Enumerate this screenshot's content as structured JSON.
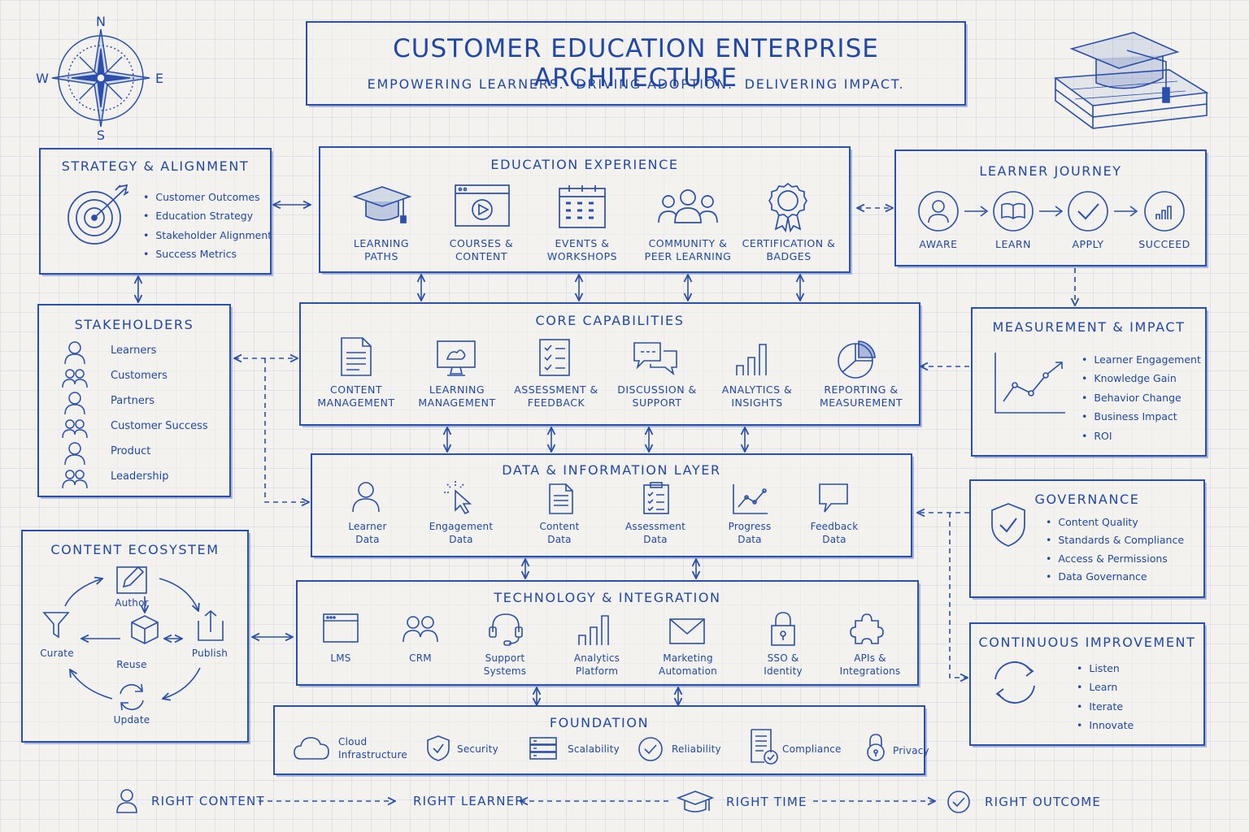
{
  "title": "CUSTOMER EDUCATION ENTERPRISE ARCHITECTURE",
  "subtitle": "EMPOWERING LEARNERS.  DRIVING ADOPTION.  DELIVERING IMPACT.",
  "compass": {
    "n": "N",
    "s": "S",
    "e": "E",
    "w": "W"
  },
  "strategy": {
    "title": "STRATEGY & ALIGNMENT",
    "items": [
      "Customer Outcomes",
      "Education Strategy",
      "Stakeholder Alignment",
      "Success Metrics"
    ]
  },
  "experience": {
    "title": "EDUCATION EXPERIENCE",
    "items": [
      {
        "label": "LEARNING\nPATHS",
        "icon": "graduation-cap-icon"
      },
      {
        "label": "COURSES &\nCONTENT",
        "icon": "video-player-icon"
      },
      {
        "label": "EVENTS &\nWORKSHOPS",
        "icon": "calendar-icon"
      },
      {
        "label": "COMMUNITY &\nPEER LEARNING",
        "icon": "community-icon"
      },
      {
        "label": "CERTIFICATION &\nBADGES",
        "icon": "badge-icon"
      }
    ]
  },
  "journey": {
    "title": "LEARNER JOURNEY",
    "steps": [
      {
        "label": "AWARE",
        "icon": "person-icon"
      },
      {
        "label": "LEARN",
        "icon": "book-icon"
      },
      {
        "label": "APPLY",
        "icon": "check-icon"
      },
      {
        "label": "SUCCEED",
        "icon": "bar-chart-icon"
      }
    ]
  },
  "stakeholders": {
    "title": "STAKEHOLDERS",
    "items": [
      {
        "label": "Learners",
        "icon": "person-icon"
      },
      {
        "label": "Customers",
        "icon": "people-icon"
      },
      {
        "label": "Partners",
        "icon": "person-icon"
      },
      {
        "label": "Customer Success",
        "icon": "people-icon"
      },
      {
        "label": "Product",
        "icon": "person-icon"
      },
      {
        "label": "Leadership",
        "icon": "people-icon"
      }
    ]
  },
  "core": {
    "title": "CORE CAPABILITIES",
    "items": [
      {
        "label": "CONTENT\nMANAGEMENT",
        "icon": "document-icon"
      },
      {
        "label": "LEARNING\nMANAGEMENT",
        "icon": "monitor-icon"
      },
      {
        "label": "ASSESSMENT &\nFEEDBACK",
        "icon": "checklist-icon"
      },
      {
        "label": "DISCUSSION &\nSUPPORT",
        "icon": "chat-icon"
      },
      {
        "label": "ANALYTICS &\nINSIGHTS",
        "icon": "bar-chart-icon"
      },
      {
        "label": "REPORTING &\nMEASUREMENT",
        "icon": "pie-chart-icon"
      }
    ]
  },
  "measurement": {
    "title": "MEASUREMENT & IMPACT",
    "items": [
      "Learner Engagement",
      "Knowledge Gain",
      "Behavior Change",
      "Business Impact",
      "ROI"
    ]
  },
  "data_layer": {
    "title": "DATA & INFORMATION LAYER",
    "items": [
      {
        "label": "Learner\nData",
        "icon": "person-icon"
      },
      {
        "label": "Engagement\nData",
        "icon": "cursor-click-icon"
      },
      {
        "label": "Content\nData",
        "icon": "document-icon"
      },
      {
        "label": "Assessment\nData",
        "icon": "clipboard-icon"
      },
      {
        "label": "Progress\nData",
        "icon": "line-chart-icon"
      },
      {
        "label": "Feedback\nData",
        "icon": "speech-bubble-icon"
      }
    ]
  },
  "governance": {
    "title": "GOVERNANCE",
    "items": [
      "Content Quality",
      "Standards & Compliance",
      "Access & Permissions",
      "Data Governance"
    ]
  },
  "content_ecosystem": {
    "title": "CONTENT ECOSYSTEM",
    "author": "Author",
    "curate": "Curate",
    "reuse": "Reuse",
    "publish": "Publish",
    "update": "Update"
  },
  "technology": {
    "title": "TECHNOLOGY & INTEGRATION",
    "items": [
      {
        "label": "LMS",
        "icon": "browser-window-icon"
      },
      {
        "label": "CRM",
        "icon": "people-icon"
      },
      {
        "label": "Support\nSystems",
        "icon": "headset-icon"
      },
      {
        "label": "Analytics\nPlatform",
        "icon": "bar-chart-icon"
      },
      {
        "label": "Marketing\nAutomation",
        "icon": "envelope-icon"
      },
      {
        "label": "SSO &\nIdentity",
        "icon": "padlock-icon"
      },
      {
        "label": "APIs &\nIntegrations",
        "icon": "puzzle-icon"
      }
    ]
  },
  "improvement": {
    "title": "CONTINUOUS IMPROVEMENT",
    "items": [
      "Listen",
      "Learn",
      "Iterate",
      "Innovate"
    ]
  },
  "foundation": {
    "title": "FOUNDATION",
    "items": [
      {
        "label": "Cloud\nInfrastructure",
        "icon": "cloud-icon"
      },
      {
        "label": "Security",
        "icon": "shield-icon"
      },
      {
        "label": "Scalability",
        "icon": "server-icon"
      },
      {
        "label": "Reliability",
        "icon": "check-circle-icon"
      },
      {
        "label": "Compliance",
        "icon": "certificate-icon"
      },
      {
        "label": "Privacy",
        "icon": "padlock-icon"
      }
    ]
  },
  "bottom": [
    "RIGHT CONTENT",
    "RIGHT LEARNER",
    "RIGHT TIME",
    "RIGHT OUTCOME"
  ],
  "colors": {
    "ink": "#2148a8",
    "paper": "#f3f2ee",
    "grid": "#c8d2ea"
  }
}
